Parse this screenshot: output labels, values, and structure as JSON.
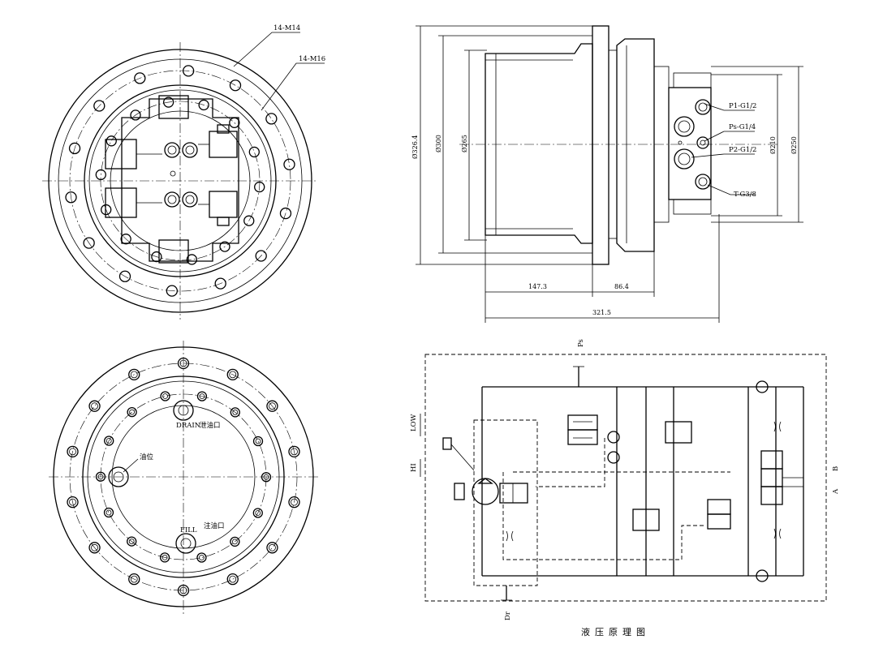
{
  "front_view": {
    "callouts": [
      "14-M14",
      "14-M16"
    ]
  },
  "rear_view": {
    "labels": {
      "drain": "DRAIN",
      "drain_cn": "泄油口",
      "level_cn": "油位",
      "fill": "FILL",
      "fill_cn": "注油口"
    }
  },
  "side_view": {
    "diameters": [
      "Ø326.4",
      "Ø300",
      "Ø265",
      "Ø210",
      "Ø250"
    ],
    "ports": [
      "P1-G1/2",
      "Ps-G1/4",
      "P2-G1/2",
      "T-G3/8"
    ],
    "lengths": [
      "147.3",
      "86.4",
      "321.5"
    ]
  },
  "hydraulic_schematic": {
    "labels": {
      "ps": "Ps",
      "low": "LOW",
      "hi": "HI",
      "dr": "Dr",
      "a": "A",
      "b": "B"
    },
    "caption": "液压原理图"
  }
}
